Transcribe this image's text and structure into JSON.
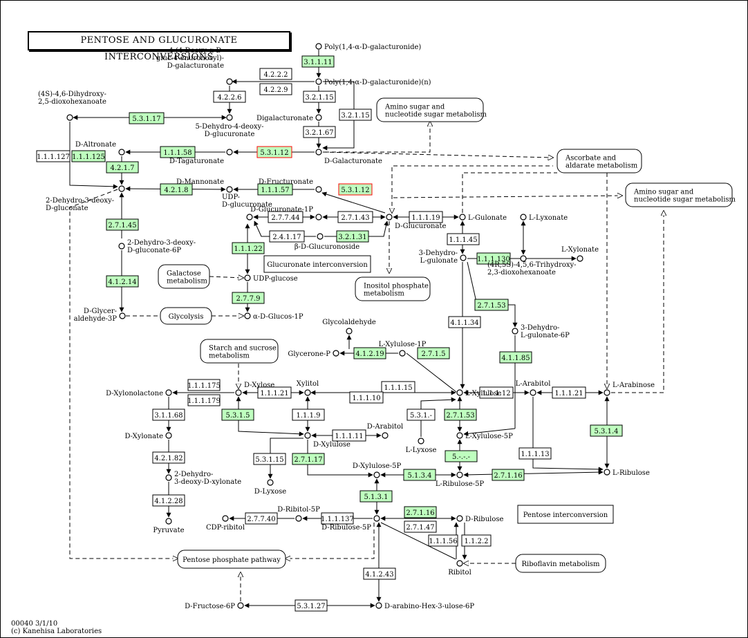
{
  "title": "PENTOSE AND GLUCURONATE INTERCONVERSIONS",
  "footer": {
    "line1": "00040 3/1/10",
    "line2": "(c) Kanehisa Laboratories"
  },
  "colors": {
    "enzyme_present": "#bfffbf",
    "enzyme_absent": "#ffffff",
    "enzyme_highlight_text": "#ff0000",
    "enzyme_highlight_border": "#ff0000",
    "line": "#000000"
  },
  "compounds": [
    {
      "id": "poly-galacturonide",
      "label": "Poly(1,4-α-D-galacturonide)"
    },
    {
      "id": "poly-galacturonide-n",
      "label": "Poly(1,4-α-D-galacturonide)(n)"
    },
    {
      "id": "deoxy-galacturonate",
      "label": "4-(4-Deoxy-α-D-|gluc-4-enuronosyl)-|D-galacturonate"
    },
    {
      "id": "dihydroxy-dioxohexanoate",
      "label": "(4S)-4,6-Dihydroxy-|2,5-dioxohexanoate"
    },
    {
      "id": "dehydro-deoxy-glucuronate",
      "label": "5-Dehydro-4-deoxy-|D-glucuronate"
    },
    {
      "id": "digalacturonate",
      "label": "Digalacturonate"
    },
    {
      "id": "d-altronate",
      "label": "D-Altronate"
    },
    {
      "id": "d-tagaturonate",
      "label": "D-Tagaturonate"
    },
    {
      "id": "d-galacturonate",
      "label": "D-Galacturonate"
    },
    {
      "id": "d-mannonate",
      "label": "D-Mannonate"
    },
    {
      "id": "d-fructuronate",
      "label": "D-Fructuronate"
    },
    {
      "id": "dehydro-deoxy-gluconate",
      "label": "2-Dehydro-3-deoxy-|D-gluconate"
    },
    {
      "id": "udp-glucuronate",
      "label": "UDP-|D-glucuronate"
    },
    {
      "id": "d-glucuronate-1p",
      "label": "D-Glucuronate-1P"
    },
    {
      "id": "d-glucuronate",
      "label": "D-Glucuronate"
    },
    {
      "id": "l-gulonate",
      "label": "L-Gulonate"
    },
    {
      "id": "l-lyxonate",
      "label": "L-Lyxonate"
    },
    {
      "id": "dehydro-deoxy-gluconate-6p",
      "label": "2-Dehydro-3-deoxy-|D-gluconate-6P"
    },
    {
      "id": "beta-d-glucuronoside",
      "label": "β-D-Glucuronoside"
    },
    {
      "id": "dehydro-l-gulonate",
      "label": "3-Dehydro-|L-gulonate"
    },
    {
      "id": "l-xylonate",
      "label": "L-Xylonate"
    },
    {
      "id": "trihydroxy-dioxohexanoate",
      "label": "(4R,5S)-4,5,6-Trihydroxy-|2,3-dioxohexanoate"
    },
    {
      "id": "udp-glucose",
      "label": "UDP-glucose"
    },
    {
      "id": "d-glyceraldehyde-3p",
      "label": "D-Glycer-|aldehyde-3P"
    },
    {
      "id": "alpha-d-glucose-1p",
      "label": "α-D-Glucos-1P"
    },
    {
      "id": "glycolaldehyde",
      "label": "Glycolaldehyde"
    },
    {
      "id": "dehydro-l-gulonate-6p",
      "label": "3-Dehydro-|L-gulonate-6P"
    },
    {
      "id": "l-xylulose-1p",
      "label": "L-Xylulose-1P"
    },
    {
      "id": "glycerone-p",
      "label": "Glycerone-P"
    },
    {
      "id": "d-xylonolactone",
      "label": "D-Xylonolactone"
    },
    {
      "id": "d-xylose",
      "label": "D-Xylose"
    },
    {
      "id": "xylitol",
      "label": "Xylitol"
    },
    {
      "id": "l-xylulose",
      "label": "L-Xylulose"
    },
    {
      "id": "l-arabitol",
      "label": "L-Arabitol"
    },
    {
      "id": "l-arabinose",
      "label": "L-Arabinose"
    },
    {
      "id": "d-xylonate",
      "label": "D-Xylonate"
    },
    {
      "id": "d-xylulose",
      "label": "D-Xylulose"
    },
    {
      "id": "d-arabitol",
      "label": "D-Arabitol"
    },
    {
      "id": "l-lyxose",
      "label": "L-Lyxose"
    },
    {
      "id": "l-xylulose-5p",
      "label": "L-Xylulose-5P"
    },
    {
      "id": "dehydro-deoxy-xylonate",
      "label": "2-Dehydro-|3-deoxy-D-xylonate"
    },
    {
      "id": "d-lyxose",
      "label": "D-Lyxose"
    },
    {
      "id": "d-xylulose-5p",
      "label": "D-Xylulose-5P"
    },
    {
      "id": "l-ribulose-5p",
      "label": "L-Ribulose-5P"
    },
    {
      "id": "l-ribulose",
      "label": "L-Ribulose"
    },
    {
      "id": "pyruvate",
      "label": "Pyruvate"
    },
    {
      "id": "d-ribitol-5p",
      "label": "D-Ribitol-5P"
    },
    {
      "id": "cdp-ribitol",
      "label": "CDP-ribitol"
    },
    {
      "id": "d-ribulose-5p",
      "label": "D-Ribulose-5P"
    },
    {
      "id": "d-ribulose",
      "label": "D-Ribulose"
    },
    {
      "id": "ribitol",
      "label": "Ribitol"
    },
    {
      "id": "d-fructose-6p",
      "label": "D-Fructose-6P"
    },
    {
      "id": "d-arabino-hex-ulose-6p",
      "label": "D-arabino-Hex-3-ulose-6P"
    }
  ],
  "enzymes": [
    {
      "id": "e1",
      "label": "3.1.1.11",
      "present": true
    },
    {
      "id": "e2",
      "label": "4.2.2.2",
      "present": false
    },
    {
      "id": "e3",
      "label": "4.2.2.9",
      "present": false
    },
    {
      "id": "e4",
      "label": "4.2.2.6",
      "present": false
    },
    {
      "id": "e5",
      "label": "3.2.1.15",
      "present": false
    },
    {
      "id": "e6",
      "label": "3.2.1.15",
      "present": false
    },
    {
      "id": "e7",
      "label": "5.3.1.17",
      "present": true
    },
    {
      "id": "e8",
      "label": "3.2.1.67",
      "present": false
    },
    {
      "id": "e9",
      "label": "1.1.1.127",
      "present": false
    },
    {
      "id": "e10",
      "label": "1.1.1.125",
      "present": true
    },
    {
      "id": "e11",
      "label": "1.1.1.58",
      "present": true
    },
    {
      "id": "e12",
      "label": "5.3.1.12",
      "present": true,
      "highlight": true
    },
    {
      "id": "e13",
      "label": "4.2.1.7",
      "present": true
    },
    {
      "id": "e14",
      "label": "4.2.1.8",
      "present": true
    },
    {
      "id": "e15",
      "label": "1.1.1.57",
      "present": true
    },
    {
      "id": "e16",
      "label": "5.3.1.12",
      "present": true,
      "highlight": true
    },
    {
      "id": "e17",
      "label": "2.7.7.44",
      "present": false
    },
    {
      "id": "e18",
      "label": "2.7.1.43",
      "present": false
    },
    {
      "id": "e19",
      "label": "1.1.1.19",
      "present": false
    },
    {
      "id": "e20",
      "label": "2.7.1.45",
      "present": true
    },
    {
      "id": "e21",
      "label": "2.4.1.17",
      "present": false
    },
    {
      "id": "e22",
      "label": "3.2.1.31",
      "present": true
    },
    {
      "id": "e23",
      "label": "1.1.1.45",
      "present": false
    },
    {
      "id": "e24",
      "label": "1.1.1.22",
      "present": true
    },
    {
      "id": "e25",
      "label": "1.1.1.130",
      "present": true
    },
    {
      "id": "e26",
      "label": "4.1.2.14",
      "present": true
    },
    {
      "id": "e27",
      "label": "2.7.7.9",
      "present": true
    },
    {
      "id": "e28",
      "label": "2.7.1.53",
      "present": true
    },
    {
      "id": "e29",
      "label": "4.1.1.34",
      "present": false
    },
    {
      "id": "e30",
      "label": "4.1.2.19",
      "present": true
    },
    {
      "id": "e31",
      "label": "2.7.1.5",
      "present": true
    },
    {
      "id": "e32",
      "label": "4.1.1.85",
      "present": true
    },
    {
      "id": "e33",
      "label": "1.1.1.175",
      "present": false
    },
    {
      "id": "e34",
      "label": "1.1.1.179",
      "present": false
    },
    {
      "id": "e35",
      "label": "1.1.1.21",
      "present": false
    },
    {
      "id": "e36",
      "label": "1.1.1.15",
      "present": false
    },
    {
      "id": "e37",
      "label": "1.1.1.10",
      "present": false
    },
    {
      "id": "e38",
      "label": "1.1.1.12",
      "present": false
    },
    {
      "id": "e39",
      "label": "1.1.1.21",
      "present": false
    },
    {
      "id": "e40",
      "label": "3.1.1.68",
      "present": false
    },
    {
      "id": "e41",
      "label": "5.3.1.5",
      "present": true
    },
    {
      "id": "e42",
      "label": "1.1.1.9",
      "present": false
    },
    {
      "id": "e43",
      "label": "5.3.1.-",
      "present": false
    },
    {
      "id": "e44",
      "label": "2.7.1.53",
      "present": true
    },
    {
      "id": "e45",
      "label": "5.3.1.4",
      "present": true
    },
    {
      "id": "e46",
      "label": "1.1.1.11",
      "present": false
    },
    {
      "id": "e47",
      "label": "4.2.1.82",
      "present": false
    },
    {
      "id": "e48",
      "label": "5.3.1.15",
      "present": false
    },
    {
      "id": "e49",
      "label": "2.7.1.17",
      "present": true
    },
    {
      "id": "e50",
      "label": "5.-.-.-",
      "present": true
    },
    {
      "id": "e51",
      "label": "1.1.1.13",
      "present": false
    },
    {
      "id": "e52",
      "label": "5.1.3.4",
      "present": true
    },
    {
      "id": "e53",
      "label": "2.7.1.16",
      "present": true
    },
    {
      "id": "e54",
      "label": "4.1.2.28",
      "present": false
    },
    {
      "id": "e55",
      "label": "5.1.3.1",
      "present": true
    },
    {
      "id": "e56",
      "label": "2.7.7.40",
      "present": false
    },
    {
      "id": "e57",
      "label": "1.1.1.137",
      "present": false
    },
    {
      "id": "e58",
      "label": "2.7.1.16",
      "present": true
    },
    {
      "id": "e59",
      "label": "2.7.1.47",
      "present": false
    },
    {
      "id": "e60",
      "label": "1.1.1.56",
      "present": false
    },
    {
      "id": "e61",
      "label": "1.1.2.2",
      "present": false
    },
    {
      "id": "e62",
      "label": "4.1.2.43",
      "present": false
    },
    {
      "id": "e63",
      "label": "5.3.1.27",
      "present": false
    }
  ],
  "maps": [
    {
      "id": "m1",
      "label": "Amino sugar and|nucleotide sugar metabolism"
    },
    {
      "id": "m2",
      "label": "Ascorbate and|aldarate metabolism"
    },
    {
      "id": "m3",
      "label": "Amino sugar and|nucleotide sugar metabolism"
    },
    {
      "id": "m4",
      "label": "Galactose|metabolism"
    },
    {
      "id": "m5",
      "label": "Inositol phosphate|metabolism"
    },
    {
      "id": "m6",
      "label": "Glycolysis"
    },
    {
      "id": "m7",
      "label": "Starch and sucrose|metabolism"
    },
    {
      "id": "m8",
      "label": "Pentose phosphate pathway"
    },
    {
      "id": "m9",
      "label": "Riboflavin metabolism"
    }
  ],
  "notes": [
    {
      "id": "n1",
      "label": "Glucuronate interconversion"
    },
    {
      "id": "n2",
      "label": "Pentose interconversion"
    }
  ]
}
